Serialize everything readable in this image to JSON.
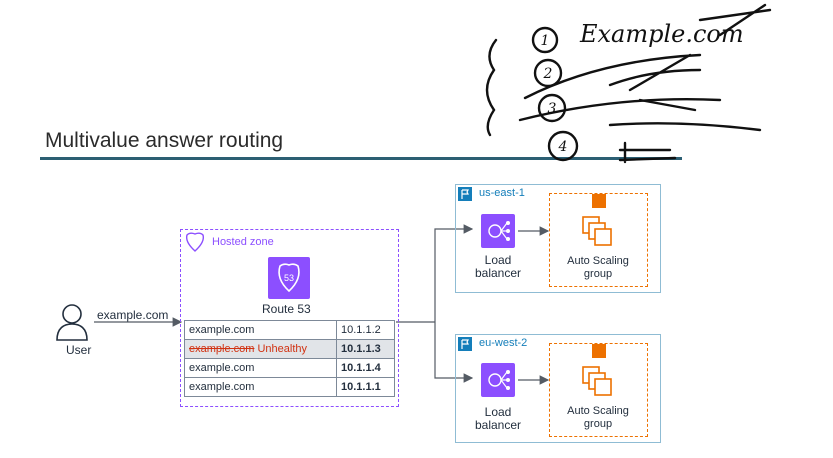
{
  "title": "Multivalue answer routing",
  "user": {
    "label": "User",
    "query": "example.com"
  },
  "hosted_zone": {
    "label": "Hosted zone",
    "service": "Route 53",
    "badge": "53"
  },
  "records": [
    {
      "name": "example.com",
      "ip": "10.1.1.2",
      "status": ""
    },
    {
      "name": "example.com",
      "ip": "10.1.1.3",
      "status": "Unhealthy"
    },
    {
      "name": "example.com",
      "ip": "10.1.1.4",
      "status": ""
    },
    {
      "name": "example.com",
      "ip": "10.1.1.1",
      "status": ""
    }
  ],
  "regions": [
    {
      "name": "us-east-1",
      "lb_line1": "Load",
      "lb_line2": "balancer",
      "asg_line1": "Auto Scaling",
      "asg_line2": "group"
    },
    {
      "name": "eu-west-2",
      "lb_line1": "Load",
      "lb_line2": "balancer",
      "asg_line1": "Auto Scaling",
      "asg_line2": "group"
    }
  ],
  "annotations": {
    "numbers": [
      "1",
      "2",
      "3",
      "4"
    ],
    "scribble_text": "Example.com"
  },
  "colors": {
    "accent_purple": "#8c4fff",
    "region_blue": "#147eba",
    "asg_orange": "#ed7100",
    "unhealthy_red": "#d13212",
    "title_rule": "#2c5f73"
  }
}
